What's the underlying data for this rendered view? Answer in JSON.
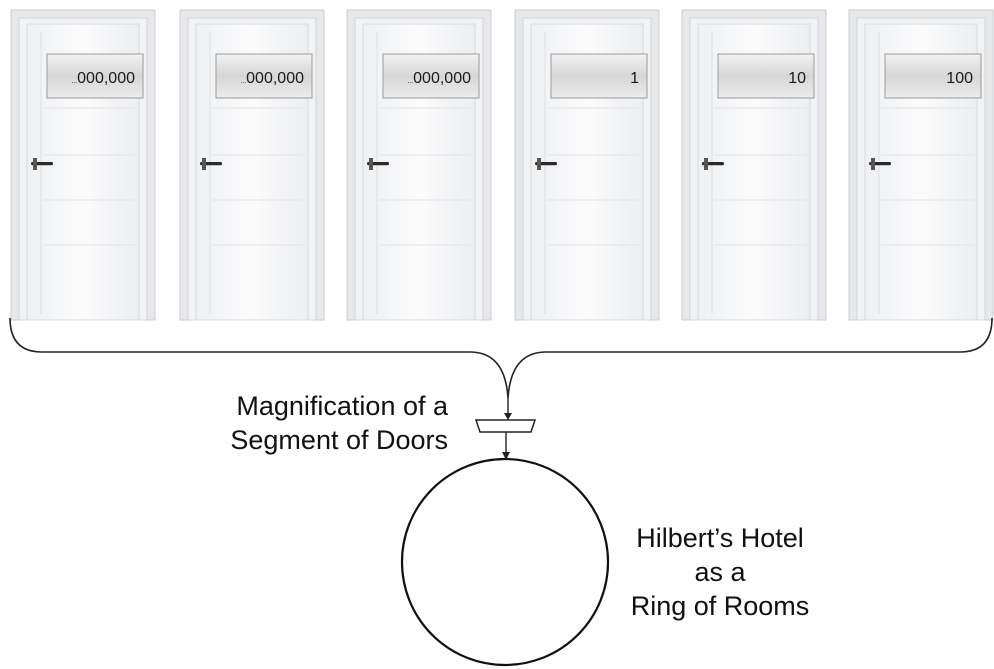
{
  "doors": [
    {
      "number_prefix": "...",
      "number_main": "000,000"
    },
    {
      "number_prefix": "...",
      "number_main": "000,000"
    },
    {
      "number_prefix": "...",
      "number_main": "000,000"
    },
    {
      "number_prefix": "",
      "number_main": "1"
    },
    {
      "number_prefix": "",
      "number_main": "10"
    },
    {
      "number_prefix": "",
      "number_main": "100"
    }
  ],
  "magnification_label": {
    "line1": "Magnification of a",
    "line2": "Segment of Doors"
  },
  "hotel_label": {
    "line1": "Hilbert’s Hotel",
    "line2": "as a",
    "line3": "Ring of Rooms"
  },
  "colors": {
    "door_face": "#f7f8f9",
    "door_frame": "#e6e8ea",
    "plate": "#dcdcdc",
    "line": "#222222"
  }
}
